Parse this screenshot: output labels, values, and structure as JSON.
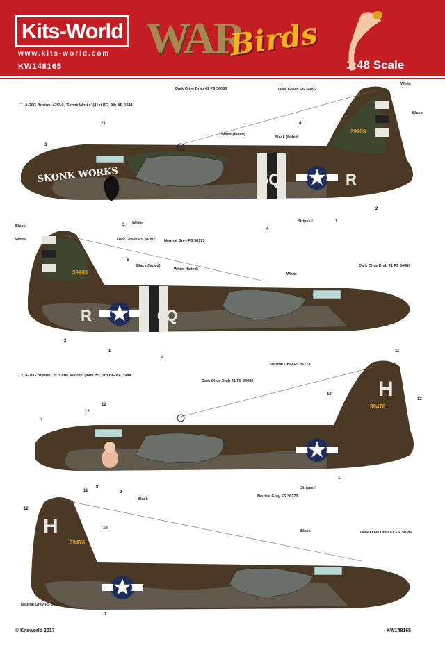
{
  "header": {
    "brand": "Kits-World",
    "website": "www.kits-world.com",
    "product_code": "KW148165",
    "title_war": "WAR",
    "title_birds": "Birds",
    "scale": "1:48 Scale"
  },
  "profile1": {
    "caption": "1. A-20G Boston, 42/?-0, 'Skonk Works' (41st BG, 9th AF, 1944.",
    "nose_art": "SKONK WORKS",
    "code_left": "6Q",
    "code_right": "R",
    "serial": "39283",
    "labels": {
      "olive": "Dark Olive Drab 41 FS 34086",
      "green": "Dark Green FS 34092",
      "white_top": "White",
      "black": "Black",
      "white_faded": "White (faded)",
      "black_faded": "Black (faded)",
      "white_low": "White",
      "neutral_grey": "Neutral Grey FS 36173",
      "stripe": "Stripes !"
    },
    "numbers": [
      "21",
      "3",
      "4",
      "3",
      "4",
      "1",
      "2"
    ]
  },
  "profile2": {
    "code_left": "R",
    "code_right": "6Q",
    "serial": "39283",
    "labels": {
      "black": "Black",
      "white": "White",
      "dark_green": "Dark Green FS 34092",
      "black_faded": "Black (faded)",
      "white_faded": "White (faded)",
      "white_r": "White",
      "olive": "Dark Olive Drab 41 FS 34086",
      "neutral_grey": "Neutral Grey FS 36173"
    },
    "numbers": [
      "4",
      "6",
      "2",
      "1",
      "4"
    ]
  },
  "profile3": {
    "caption": "2. A-20G Boston, 'H' 'Little Audrey' (89th BS, 3rd BG/AF, 1944.",
    "code": "H",
    "serial": "39476",
    "labels": {
      "olive": "Dark Olive Drab 41 FS 34086",
      "black": "Black",
      "neutral_grey": "Neutral Grey FS 36173",
      "stripe": "Stripes !"
    },
    "numbers": [
      "11",
      "10",
      "12",
      "12",
      "12",
      "7",
      "8",
      "9",
      "1"
    ]
  },
  "profile4": {
    "code": "H",
    "serial": "39476",
    "labels": {
      "black": "Black",
      "olive": "Dark Olive Drab 41 FS 34086",
      "neutral_grey": "Neutral Grey FS 36173"
    },
    "numbers": [
      "11",
      "12",
      "10",
      "1"
    ]
  },
  "footer": {
    "copyright": "© Kitsworld 2017",
    "code": "KW148165"
  },
  "colors": {
    "brand_red": "#c51d24",
    "olive_drab": "#4a3a25",
    "dark_green": "#3c4a32",
    "neutral_grey": "#6f6e68",
    "insignia_blue": "#1f2d5a",
    "serial_yellow": "#e0a528"
  }
}
